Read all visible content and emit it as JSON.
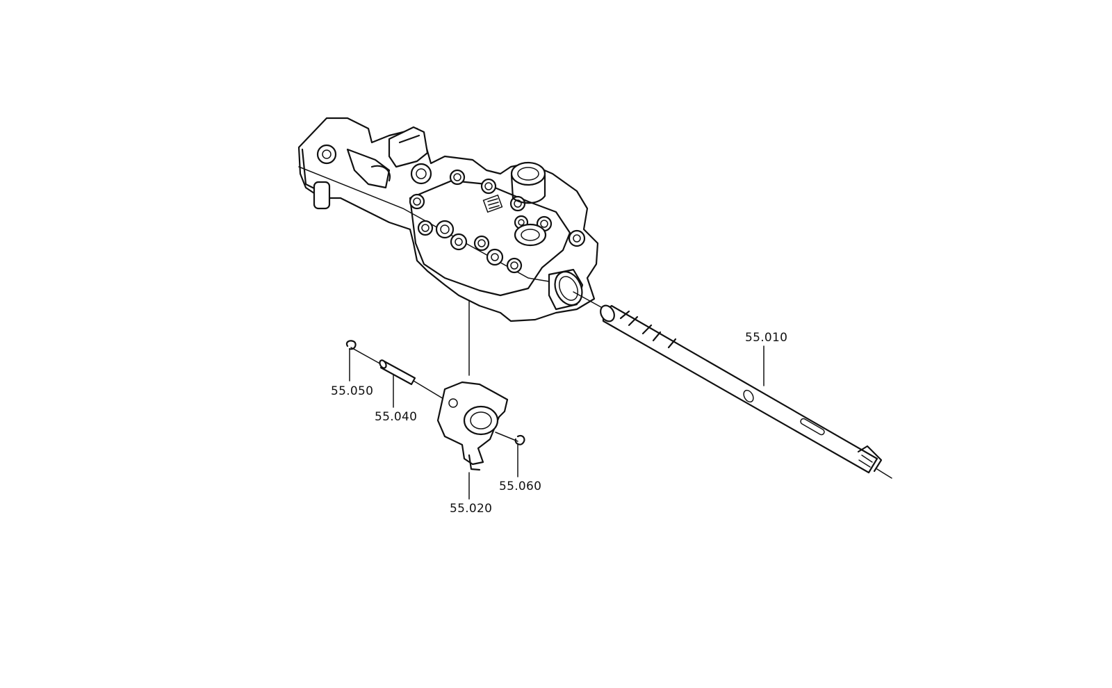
{
  "diagram": {
    "labels": {
      "shaft": "55.010",
      "shift_fork": "55.020",
      "pin": "55.040",
      "retaining_ring_left": "55.050",
      "retaining_ring_right": "55.060"
    },
    "colors": {
      "line": "#111111",
      "background": "#ffffff"
    }
  }
}
